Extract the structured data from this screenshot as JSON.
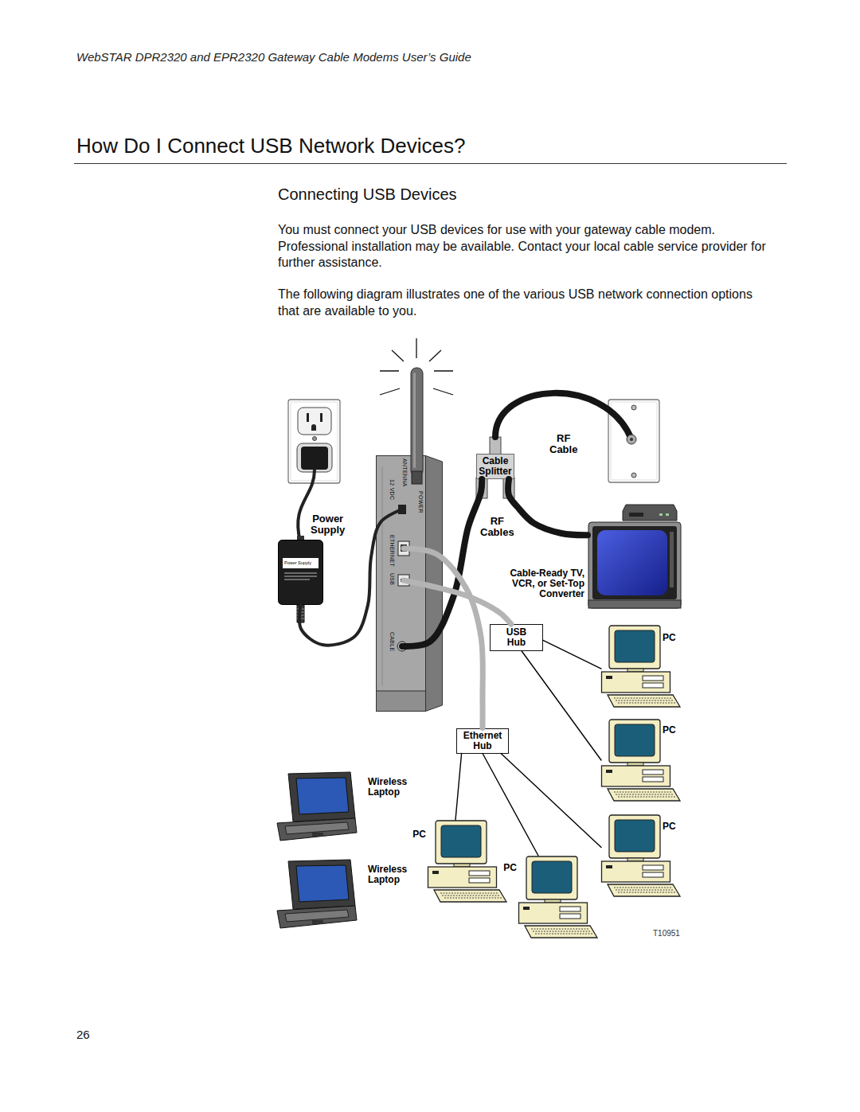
{
  "diagram": {
    "title": "How Do I Connect USB Network Devices?",
    "nodes": [
      {
        "text": [
          "Cable Splitter"
        ]
      },
      {
        "text": [
          "ANTENNA",
          "POWER",
          "12 VDC",
          "ETHERNET",
          "USB",
          "CABLE"
        ]
      },
      {
        "text": [
          "Power Supply",
          "Power Supply"
        ]
      },
      {
        "text": [
          "Cable-Ready TV, VCR, or Set-Top Converter"
        ]
      },
      {
        "text": [
          "USB Hub"
        ]
      },
      {
        "text": [
          "PC"
        ]
      },
      {
        "text": [
          "PC"
        ]
      },
      {
        "text": [
          "Ethernet Hub"
        ]
      },
      {
        "text": [
          "Wireless Laptop"
        ]
      },
      {
        "text": [
          "PC"
        ]
      },
      {
        "text": [
          "PC"
        ]
      },
      {
        "text": [
          "Wireless Laptop"
        ]
      },
      {
        "text": [
          "PC"
        ]
      }
    ],
    "edges": [
      {
        "from": 1,
        "to": 0,
        "arrow": "none"
      },
      {
        "from": 0,
        "to": 3,
        "arrow": "none"
      },
      {
        "from": 2,
        "to": 1,
        "arrow": "none"
      },
      {
        "from": 1,
        "to": 4,
        "arrow": "none"
      },
      {
        "from": 1,
        "to": 7,
        "arrow": "none"
      },
      {
        "from": 4,
        "to": 5,
        "arrow": "none"
      },
      {
        "from": 4,
        "to": 6,
        "arrow": "none"
      },
      {
        "from": 7,
        "to": 10,
        "arrow": "none"
      },
      {
        "from": 7,
        "to": 12,
        "arrow": "none"
      },
      {
        "from": 7,
        "to": 9,
        "arrow": "none"
      }
    ],
    "labels": [
      "WebSTAR DPR2320 and EPR2320 Gateway Cable Modems User’s Guide",
      "Connecting USB Devices",
      "You must connect your USB devices for use with your gateway cable modem. Professional installation may be available. Contact your local cable service provider for further assistance.",
      "The following diagram illustrates one of the various USB network connection options that are available to you.",
      "RF Cable",
      "RF Cables",
      "T10951",
      "26"
    ]
  }
}
